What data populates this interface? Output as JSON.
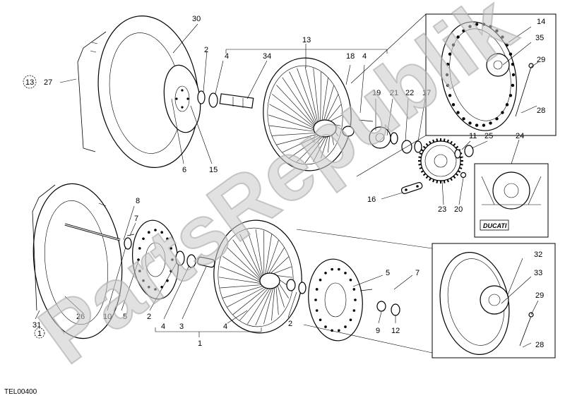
{
  "watermark": "PartsRepublik",
  "diagram_code": "TEL00400",
  "brand_label": "DUCATI",
  "callouts": [
    "30",
    "13",
    "2",
    "4",
    "34",
    "18",
    "4",
    "14",
    "35",
    "29",
    "28",
    "19",
    "21",
    "22",
    "17",
    "11",
    "25",
    "24",
    "13",
    "27",
    "6",
    "15",
    "16",
    "23",
    "20",
    "8",
    "7",
    "5",
    "7",
    "10",
    "5",
    "2",
    "4",
    "3",
    "4",
    "1",
    "2",
    "9",
    "12",
    "32",
    "33",
    "29",
    "28",
    "31",
    "26",
    "1"
  ]
}
